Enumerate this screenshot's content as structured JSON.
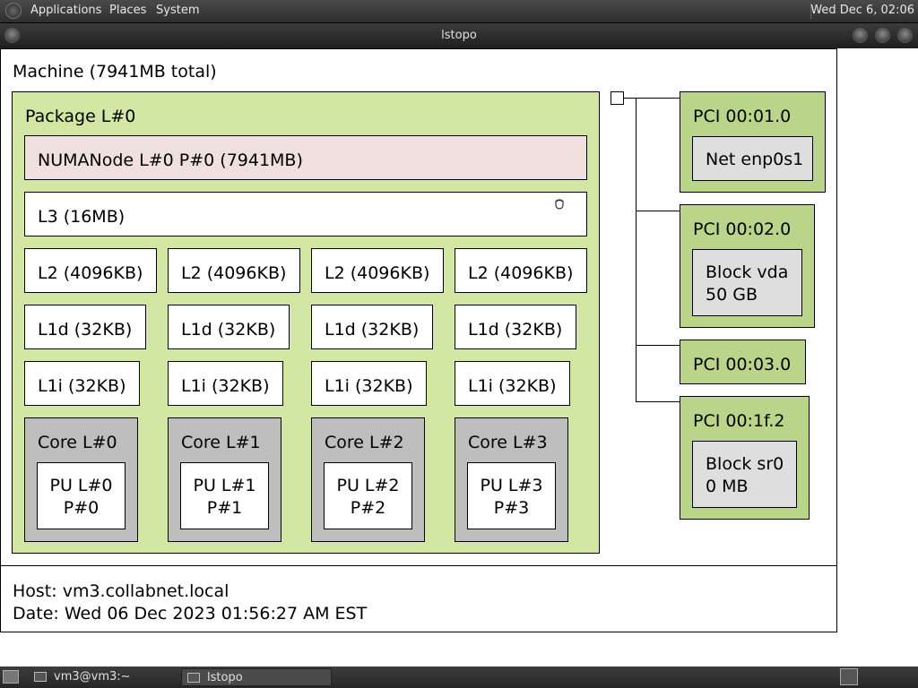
{
  "top_panel": {
    "menus": [
      "Applications",
      "Places",
      "System"
    ],
    "clock": "Wed Dec  6, 02:06"
  },
  "window": {
    "title": "lstopo"
  },
  "topology": {
    "machine": "Machine (7941MB total)",
    "package": "Package L#0",
    "numa": "NUMANode L#0 P#0 (7941MB)",
    "l3": "L3 (16MB)",
    "l2": [
      "L2 (4096KB)",
      "L2 (4096KB)",
      "L2 (4096KB)",
      "L2 (4096KB)"
    ],
    "l1d": [
      "L1d (32KB)",
      "L1d (32KB)",
      "L1d (32KB)",
      "L1d (32KB)"
    ],
    "l1i": [
      "L1i (32KB)",
      "L1i (32KB)",
      "L1i (32KB)",
      "L1i (32KB)"
    ],
    "cores": [
      {
        "label": "Core L#0",
        "pu": "PU L#0",
        "p": "P#0"
      },
      {
        "label": "Core L#1",
        "pu": "PU L#1",
        "p": "P#1"
      },
      {
        "label": "Core L#2",
        "pu": "PU L#2",
        "p": "P#2"
      },
      {
        "label": "Core L#3",
        "pu": "PU L#3",
        "p": "P#3"
      }
    ],
    "pci": [
      {
        "label": "PCI 00:01.0",
        "device": [
          "Net enp0s1"
        ]
      },
      {
        "label": "PCI 00:02.0",
        "device": [
          "Block vda",
          "50 GB"
        ]
      },
      {
        "label": "PCI 00:03.0",
        "device": []
      },
      {
        "label": "PCI 00:1f.2",
        "device": [
          "Block sr0",
          "0 MB"
        ]
      }
    ]
  },
  "footer": {
    "host": "Host: vm3.collabnet.local",
    "date": "Date: Wed 06 Dec 2023 01:56:27 AM EST"
  },
  "taskbar": {
    "tasks": [
      "vm3@vm3:~",
      "lstopo"
    ]
  }
}
